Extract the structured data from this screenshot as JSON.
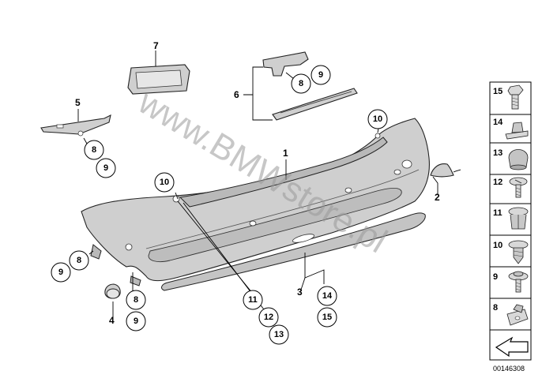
{
  "watermark": "www.BMWstore.pl",
  "reference_number": "00146308",
  "part_labels": {
    "p1": "1",
    "p2": "2",
    "p3": "3",
    "p4": "4",
    "p5": "5",
    "p6": "6",
    "p7": "7"
  },
  "callouts": {
    "c10_top": "10",
    "c8_a": "8",
    "c9_a": "9",
    "c8_b": "8",
    "c9_b": "9",
    "c10_left": "10",
    "c9_c": "9",
    "c8_c": "8",
    "c8_d": "8",
    "c9_d": "9",
    "c11": "11",
    "c12": "12",
    "c13": "13",
    "c14": "14",
    "c15": "15"
  },
  "sidebar": {
    "items": [
      {
        "number": "15"
      },
      {
        "number": "14"
      },
      {
        "number": "13"
      },
      {
        "number": "12"
      },
      {
        "number": "11"
      },
      {
        "number": "10"
      },
      {
        "number": "9"
      },
      {
        "number": "8"
      }
    ]
  },
  "colors": {
    "part_fill": "#cfcfcf",
    "line": "#000000",
    "watermark": "#9a9a9a"
  }
}
